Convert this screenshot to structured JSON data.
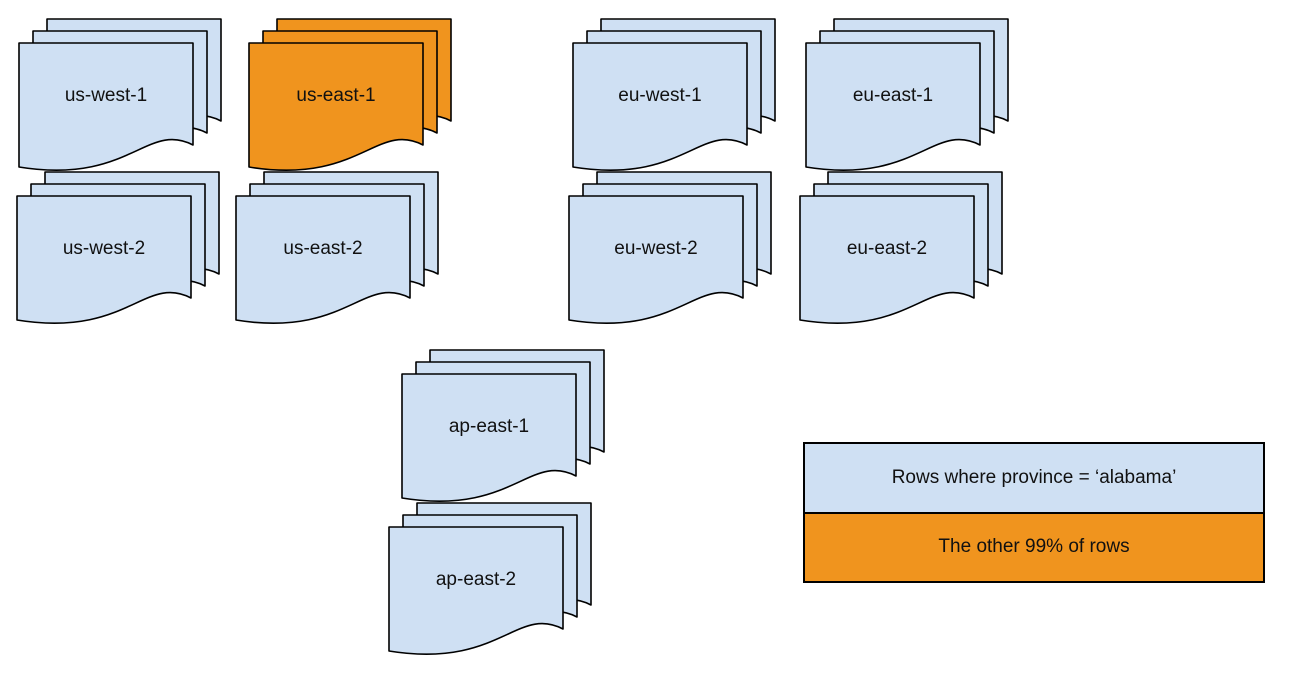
{
  "diagram": {
    "description": "Document stacks representing data partitions replicated across cloud regions; one stack highlighted orange"
  },
  "stacks": [
    {
      "label": "us-west-1",
      "highlight": false
    },
    {
      "label": "us-east-1",
      "highlight": true
    },
    {
      "label": "eu-west-1",
      "highlight": false
    },
    {
      "label": "eu-east-1",
      "highlight": false
    },
    {
      "label": "us-west-2",
      "highlight": false
    },
    {
      "label": "us-east-2",
      "highlight": false
    },
    {
      "label": "eu-west-2",
      "highlight": false
    },
    {
      "label": "eu-east-2",
      "highlight": false
    },
    {
      "label": "ap-east-1",
      "highlight": false
    },
    {
      "label": "ap-east-2",
      "highlight": false
    }
  ],
  "legend": {
    "items": [
      {
        "label": "Rows where province = ‘alabama’",
        "swatch": "blue"
      },
      {
        "label": "The other 99% of rows",
        "swatch": "orange"
      }
    ]
  },
  "colors": {
    "document_fill": "#cfe0f3",
    "highlight_fill": "#f0941e",
    "outline": "#000000",
    "text_color": "#111111",
    "canvas_bg": "#ffffff"
  }
}
